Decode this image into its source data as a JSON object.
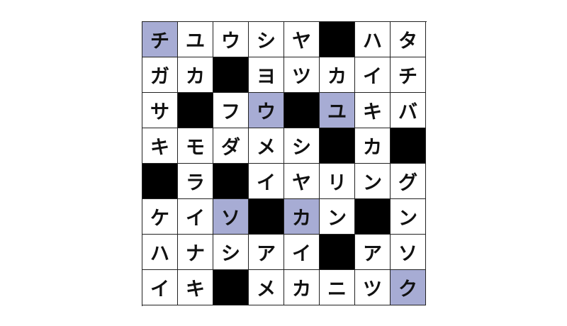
{
  "puzzle": {
    "rows": [
      [
        "チ",
        "ユ",
        "ウ",
        "シ",
        "ヤ",
        "#",
        "ハ",
        "タ"
      ],
      [
        "ガ",
        "カ",
        "#",
        "ヨ",
        "ツ",
        "カ",
        "イ",
        "チ"
      ],
      [
        "サ",
        "#",
        "フ",
        "ウ",
        "#",
        "ユ",
        "キ",
        "バ"
      ],
      [
        "キ",
        "モ",
        "ダ",
        "メ",
        "シ",
        "#",
        "カ",
        "#"
      ],
      [
        "#",
        "ラ",
        "#",
        "イ",
        "ヤ",
        "リ",
        "ン",
        "グ"
      ],
      [
        "ケ",
        "イ",
        "ソ",
        "#",
        "カ",
        "ン",
        "#",
        "ン"
      ],
      [
        "ハ",
        "ナ",
        "シ",
        "ア",
        "イ",
        "#",
        "ア",
        "ソ"
      ],
      [
        "イ",
        "キ",
        "#",
        "メ",
        "カ",
        "ニ",
        "ツ",
        "ク"
      ]
    ],
    "highlighted": [
      [
        0,
        0
      ],
      [
        2,
        3
      ],
      [
        2,
        5
      ],
      [
        5,
        2
      ],
      [
        5,
        4
      ],
      [
        7,
        7
      ]
    ],
    "colors": {
      "highlight": "#a7acd4",
      "block": "#000000",
      "cell": "#ffffff",
      "grid_line": "#222222"
    }
  }
}
